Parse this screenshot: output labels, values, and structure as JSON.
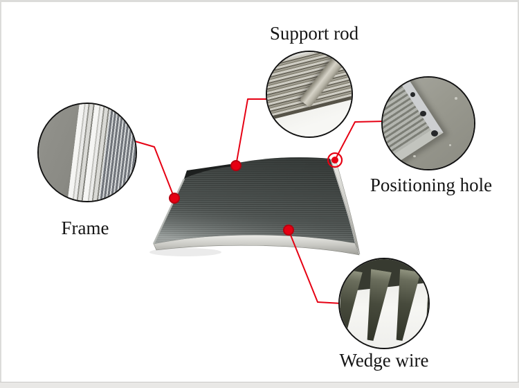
{
  "page": {
    "description": "Annotated product diagram of a curved wedge wire sieve bend screen panel",
    "background": "#ffffff",
    "border_color": "#dcdcda",
    "bottom_band_color": "#e9e8e6"
  },
  "colors": {
    "callout_red": "#e60013",
    "callout_red_dark": "#b8000f",
    "label_text": "#151515",
    "circle_border": "#121212"
  },
  "annotations": {
    "support_rod": {
      "label": "Support rod"
    },
    "positioning_hole": {
      "label": "Positioning hole"
    },
    "frame": {
      "label": "Frame"
    },
    "wedge_wire": {
      "label": "Wedge wire"
    }
  }
}
